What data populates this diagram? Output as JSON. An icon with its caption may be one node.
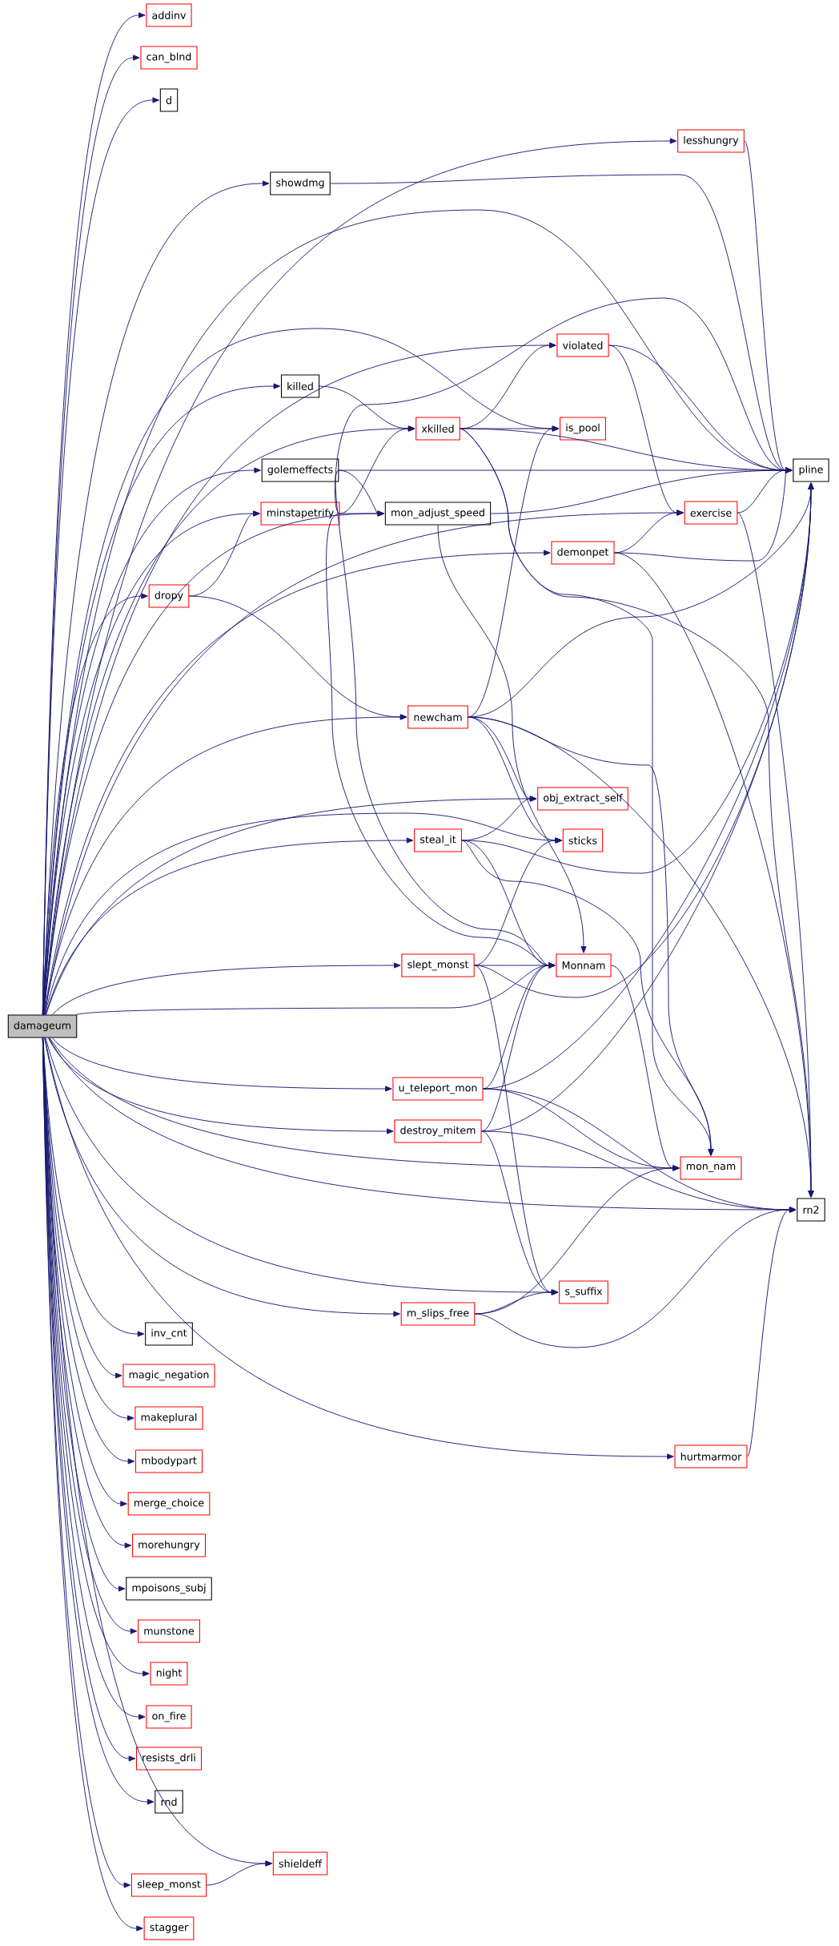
{
  "diagram": {
    "nodes": [
      {
        "text": [
          "addinv"
        ]
      },
      {
        "text": [
          "can_blnd"
        ]
      },
      {
        "text": [
          "d"
        ]
      },
      {
        "text": [
          "lesshungry"
        ]
      },
      {
        "text": [
          "showdmg"
        ]
      },
      {
        "text": [
          "violated"
        ]
      },
      {
        "text": [
          "killed"
        ]
      },
      {
        "text": [
          "xkilled"
        ]
      },
      {
        "text": [
          "is_pool"
        ]
      },
      {
        "text": [
          "golemeffects"
        ]
      },
      {
        "text": [
          "pline"
        ]
      },
      {
        "text": [
          "minstapetrify"
        ]
      },
      {
        "text": [
          "mon_adjust_speed"
        ]
      },
      {
        "text": [
          "exercise"
        ]
      },
      {
        "text": [
          "demonpet"
        ]
      },
      {
        "text": [
          "dropy"
        ]
      },
      {
        "text": [
          "newcham"
        ]
      },
      {
        "text": [
          "obj_extract_self"
        ]
      },
      {
        "text": [
          "steal_it"
        ]
      },
      {
        "text": [
          "sticks"
        ]
      },
      {
        "text": [
          "slept_monst"
        ]
      },
      {
        "text": [
          "Monnam"
        ]
      },
      {
        "text": [
          "damageum"
        ]
      },
      {
        "text": [
          "u_teleport_mon"
        ]
      },
      {
        "text": [
          "destroy_mitem"
        ]
      },
      {
        "text": [
          "mon_nam"
        ]
      },
      {
        "text": [
          "rn2"
        ]
      },
      {
        "text": [
          "s_suffix"
        ]
      },
      {
        "text": [
          "m_slips_free"
        ]
      },
      {
        "text": [
          "inv_cnt"
        ]
      },
      {
        "text": [
          "magic_negation"
        ]
      },
      {
        "text": [
          "makeplural"
        ]
      },
      {
        "text": [
          "hurtmarmor"
        ]
      },
      {
        "text": [
          "mbodypart"
        ]
      },
      {
        "text": [
          "merge_choice"
        ]
      },
      {
        "text": [
          "morehungry"
        ]
      },
      {
        "text": [
          "mpoisons_subj"
        ]
      },
      {
        "text": [
          "munstone"
        ]
      },
      {
        "text": [
          "night"
        ]
      },
      {
        "text": [
          "on_fire"
        ]
      },
      {
        "text": [
          "resists_drli"
        ]
      },
      {
        "text": [
          "rnd"
        ]
      },
      {
        "text": [
          "shieldeff"
        ]
      },
      {
        "text": [
          "sleep_monst"
        ]
      },
      {
        "text": [
          "stagger"
        ]
      }
    ],
    "edges": [
      {
        "from": 22,
        "to": 0,
        "arrow": "to"
      },
      {
        "from": 22,
        "to": 1,
        "arrow": "to"
      },
      {
        "from": 22,
        "to": 2,
        "arrow": "to"
      },
      {
        "from": 22,
        "to": 3,
        "arrow": "to"
      },
      {
        "from": 22,
        "to": 4,
        "arrow": "to"
      },
      {
        "from": 22,
        "to": 10,
        "arrow": "to"
      },
      {
        "from": 22,
        "to": 5,
        "arrow": "to"
      },
      {
        "from": 22,
        "to": 8,
        "arrow": "to"
      },
      {
        "from": 22,
        "to": 6,
        "arrow": "to"
      },
      {
        "from": 22,
        "to": 7,
        "arrow": "to"
      },
      {
        "from": 22,
        "to": 9,
        "arrow": "to"
      },
      {
        "from": 22,
        "to": 11,
        "arrow": "to"
      },
      {
        "from": 22,
        "to": 12,
        "arrow": "to"
      },
      {
        "from": 22,
        "to": 13,
        "arrow": "to"
      },
      {
        "from": 22,
        "to": 14,
        "arrow": "to"
      },
      {
        "from": 22,
        "to": 15,
        "arrow": "to"
      },
      {
        "from": 22,
        "to": 16,
        "arrow": "to"
      },
      {
        "from": 22,
        "to": 17,
        "arrow": "to"
      },
      {
        "from": 22,
        "to": 19,
        "arrow": "to"
      },
      {
        "from": 22,
        "to": 18,
        "arrow": "to"
      },
      {
        "from": 22,
        "to": 20,
        "arrow": "to"
      },
      {
        "from": 22,
        "to": 21,
        "arrow": "to"
      },
      {
        "from": 22,
        "to": 25,
        "arrow": "to"
      },
      {
        "from": 22,
        "to": 23,
        "arrow": "to"
      },
      {
        "from": 22,
        "to": 24,
        "arrow": "to"
      },
      {
        "from": 22,
        "to": 27,
        "arrow": "to"
      },
      {
        "from": 22,
        "to": 28,
        "arrow": "to"
      },
      {
        "from": 22,
        "to": 26,
        "arrow": "to"
      },
      {
        "from": 22,
        "to": 32,
        "arrow": "to"
      },
      {
        "from": 22,
        "to": 29,
        "arrow": "to"
      },
      {
        "from": 22,
        "to": 30,
        "arrow": "to"
      },
      {
        "from": 22,
        "to": 31,
        "arrow": "to"
      },
      {
        "from": 22,
        "to": 33,
        "arrow": "to"
      },
      {
        "from": 22,
        "to": 34,
        "arrow": "to"
      },
      {
        "from": 22,
        "to": 35,
        "arrow": "to"
      },
      {
        "from": 22,
        "to": 36,
        "arrow": "to"
      },
      {
        "from": 22,
        "to": 37,
        "arrow": "to"
      },
      {
        "from": 22,
        "to": 38,
        "arrow": "to"
      },
      {
        "from": 22,
        "to": 39,
        "arrow": "to"
      },
      {
        "from": 22,
        "to": 40,
        "arrow": "to"
      },
      {
        "from": 22,
        "to": 41,
        "arrow": "to"
      },
      {
        "from": 22,
        "to": 42,
        "arrow": "to"
      },
      {
        "from": 22,
        "to": 43,
        "arrow": "to"
      },
      {
        "from": 22,
        "to": 44,
        "arrow": "to"
      },
      {
        "from": 3,
        "to": 10,
        "arrow": "to"
      },
      {
        "from": 4,
        "to": 10,
        "arrow": "to"
      },
      {
        "from": 6,
        "to": 7,
        "arrow": "to"
      },
      {
        "from": 7,
        "to": 5,
        "arrow": "to"
      },
      {
        "from": 7,
        "to": 8,
        "arrow": "to"
      },
      {
        "from": 7,
        "to": 10,
        "arrow": "to"
      },
      {
        "from": 7,
        "to": 25,
        "arrow": "to"
      },
      {
        "from": 7,
        "to": 26,
        "arrow": "to"
      },
      {
        "from": 5,
        "to": 10,
        "arrow": "to"
      },
      {
        "from": 5,
        "to": 13,
        "arrow": "to"
      },
      {
        "from": 9,
        "to": 10,
        "arrow": "to"
      },
      {
        "from": 9,
        "to": 12,
        "arrow": "to"
      },
      {
        "from": 9,
        "to": 21,
        "arrow": "to"
      },
      {
        "from": 11,
        "to": 7,
        "arrow": "to"
      },
      {
        "from": 11,
        "to": 10,
        "arrow": "to"
      },
      {
        "from": 11,
        "to": 12,
        "arrow": "to"
      },
      {
        "from": 11,
        "to": 21,
        "arrow": "to"
      },
      {
        "from": 12,
        "to": 10,
        "arrow": "to"
      },
      {
        "from": 12,
        "to": 21,
        "arrow": "to"
      },
      {
        "from": 13,
        "to": 10,
        "arrow": "to"
      },
      {
        "from": 13,
        "to": 26,
        "arrow": "to"
      },
      {
        "from": 14,
        "to": 13,
        "arrow": "to"
      },
      {
        "from": 14,
        "to": 10,
        "arrow": "to"
      },
      {
        "from": 14,
        "to": 26,
        "arrow": "to"
      },
      {
        "from": 15,
        "to": 11,
        "arrow": "to"
      },
      {
        "from": 15,
        "to": 16,
        "arrow": "to"
      },
      {
        "from": 16,
        "to": 8,
        "arrow": "to"
      },
      {
        "from": 16,
        "to": 10,
        "arrow": "to"
      },
      {
        "from": 16,
        "to": 17,
        "arrow": "to"
      },
      {
        "from": 16,
        "to": 19,
        "arrow": "to"
      },
      {
        "from": 16,
        "to": 25,
        "arrow": "to"
      },
      {
        "from": 16,
        "to": 26,
        "arrow": "to"
      },
      {
        "from": 18,
        "to": 17,
        "arrow": "to"
      },
      {
        "from": 18,
        "to": 10,
        "arrow": "to"
      },
      {
        "from": 18,
        "to": 21,
        "arrow": "to"
      },
      {
        "from": 18,
        "to": 25,
        "arrow": "to"
      },
      {
        "from": 20,
        "to": 21,
        "arrow": "to"
      },
      {
        "from": 20,
        "to": 19,
        "arrow": "to"
      },
      {
        "from": 20,
        "to": 27,
        "arrow": "to"
      },
      {
        "from": 20,
        "to": 10,
        "arrow": "to"
      },
      {
        "from": 21,
        "to": 25,
        "arrow": "to"
      },
      {
        "from": 23,
        "to": 21,
        "arrow": "to"
      },
      {
        "from": 23,
        "to": 10,
        "arrow": "to"
      },
      {
        "from": 23,
        "to": 25,
        "arrow": "to"
      },
      {
        "from": 23,
        "to": 26,
        "arrow": "to"
      },
      {
        "from": 24,
        "to": 21,
        "arrow": "to"
      },
      {
        "from": 24,
        "to": 10,
        "arrow": "to"
      },
      {
        "from": 24,
        "to": 27,
        "arrow": "to"
      },
      {
        "from": 24,
        "to": 26,
        "arrow": "to"
      },
      {
        "from": 28,
        "to": 27,
        "arrow": "to"
      },
      {
        "from": 28,
        "to": 25,
        "arrow": "to"
      },
      {
        "from": 28,
        "to": 26,
        "arrow": "to"
      },
      {
        "from": 32,
        "to": 26,
        "arrow": "to"
      },
      {
        "from": 43,
        "to": 42,
        "arrow": "to"
      }
    ]
  }
}
